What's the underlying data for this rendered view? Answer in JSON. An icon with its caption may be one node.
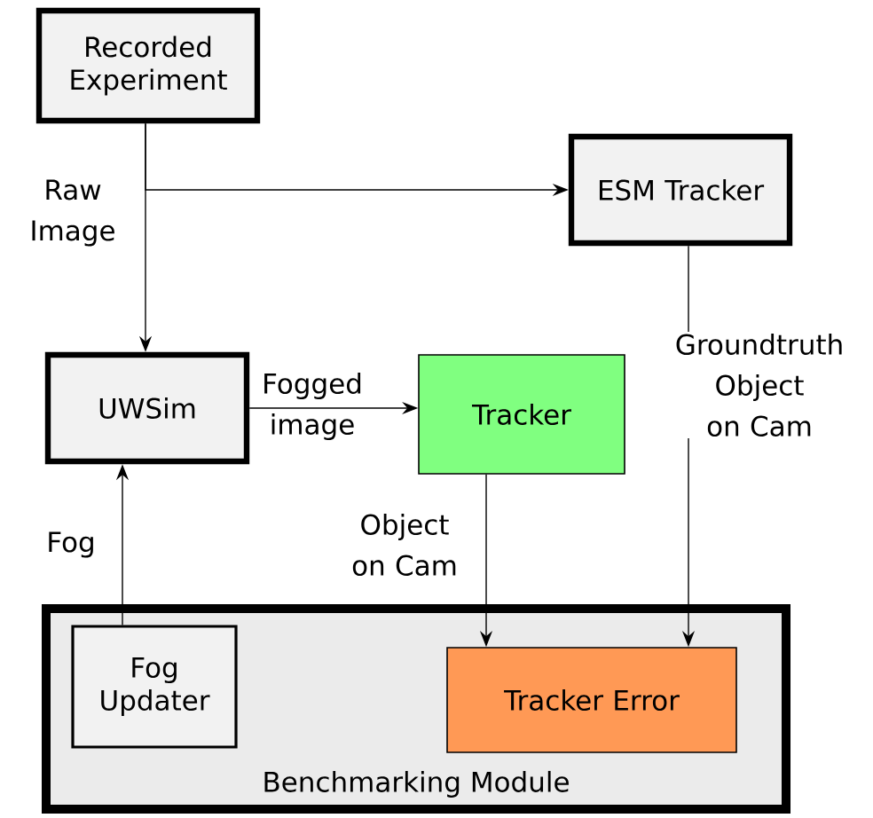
{
  "diagram": {
    "nodes": [
      {
        "text": [
          "Recorded Experiment"
        ]
      },
      {
        "text": [
          "ESM Tracker"
        ]
      },
      {
        "text": [
          "UWSim"
        ]
      },
      {
        "text": [
          "Tracker"
        ]
      },
      {
        "text": [
          "Benchmarking Module"
        ]
      },
      {
        "text": [
          "Fog Updater"
        ],
        "in": 4
      },
      {
        "text": [
          "Tracker Error"
        ],
        "in": 4
      }
    ],
    "edges": [
      {
        "from": 0,
        "to": 2,
        "arrow": "to",
        "label": "Raw Image"
      },
      {
        "from": 0,
        "to": 1,
        "arrow": "to"
      },
      {
        "from": 2,
        "to": 3,
        "arrow": "to",
        "label": "Fogged image"
      },
      {
        "from": 5,
        "to": 2,
        "arrow": "to",
        "label": "Fog"
      },
      {
        "from": 3,
        "to": 6,
        "arrow": "to",
        "label": "Object on Cam"
      },
      {
        "from": 1,
        "to": 6,
        "arrow": "to",
        "label": "Groundtruth Object on Cam"
      }
    ]
  }
}
